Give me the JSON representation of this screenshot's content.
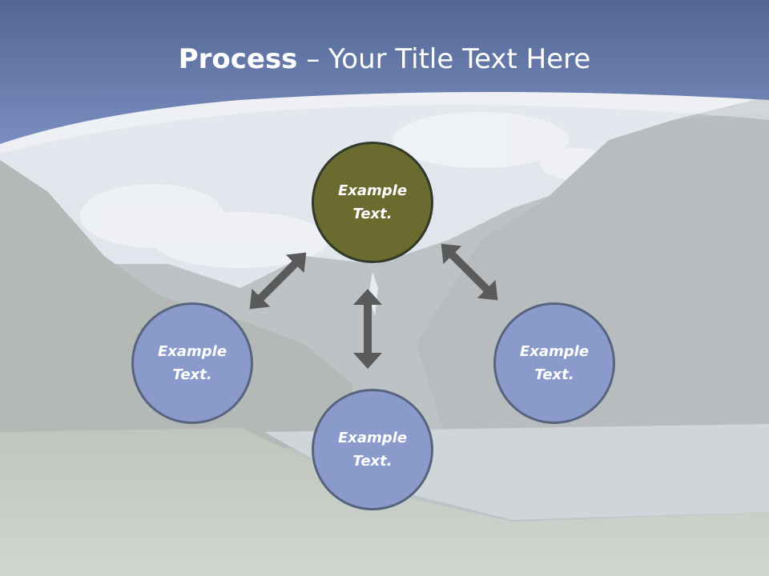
{
  "slide": {
    "title_bold": "Process",
    "title_rest": " – Your Title Text Here"
  },
  "nodes": {
    "top": "Example Text.",
    "left": "Example Text.",
    "bottom": "Example Text.",
    "right": "Example Text."
  },
  "colors": {
    "header_blue": "#6f82b4",
    "primary_node": "#6b6a2f",
    "secondary_node": "#8a9acb",
    "arrow": "#5a5a5a"
  }
}
